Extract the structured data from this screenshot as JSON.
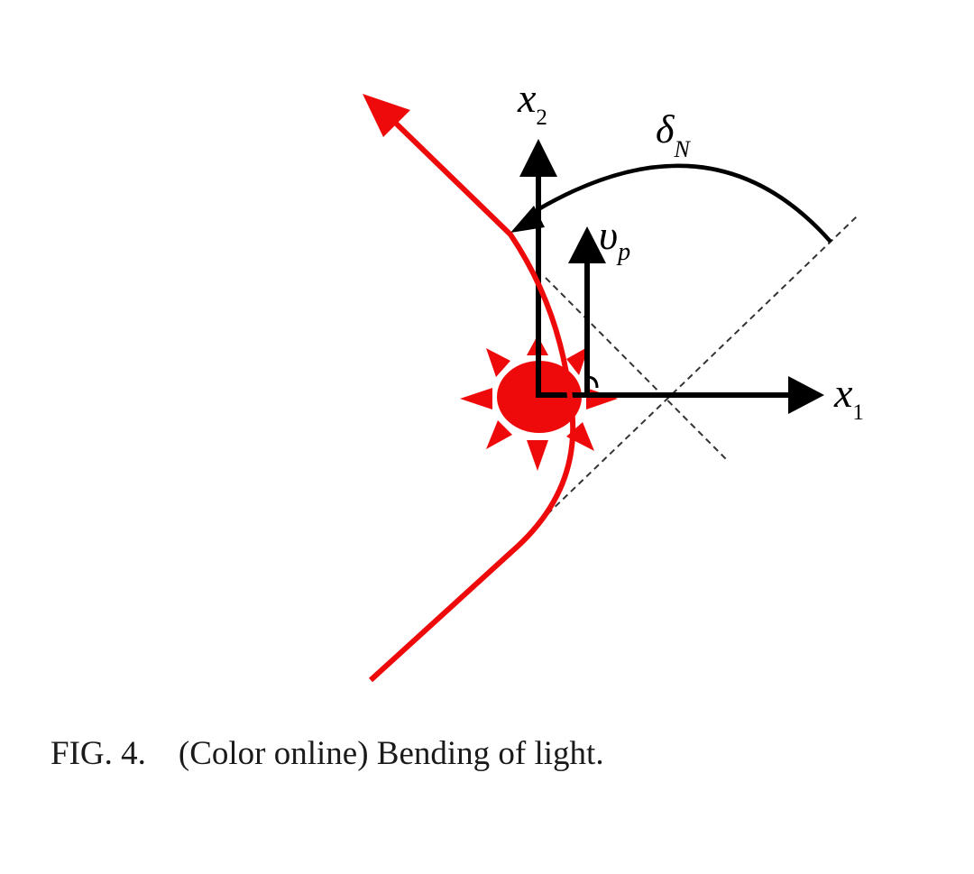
{
  "colors": {
    "light_ray": "#ee0a0a",
    "axes": "#000000",
    "dashed_lines": "#333333"
  },
  "labels": {
    "x2": {
      "base": "x",
      "sub": "2"
    },
    "x1": {
      "base": "x",
      "sub": "1"
    },
    "delta": {
      "base": "δ",
      "sub": "N"
    },
    "vp": {
      "base": "υ",
      "sub": "p"
    }
  },
  "caption": {
    "number": "FIG. 4.",
    "text": "(Color online) Bending of light."
  }
}
